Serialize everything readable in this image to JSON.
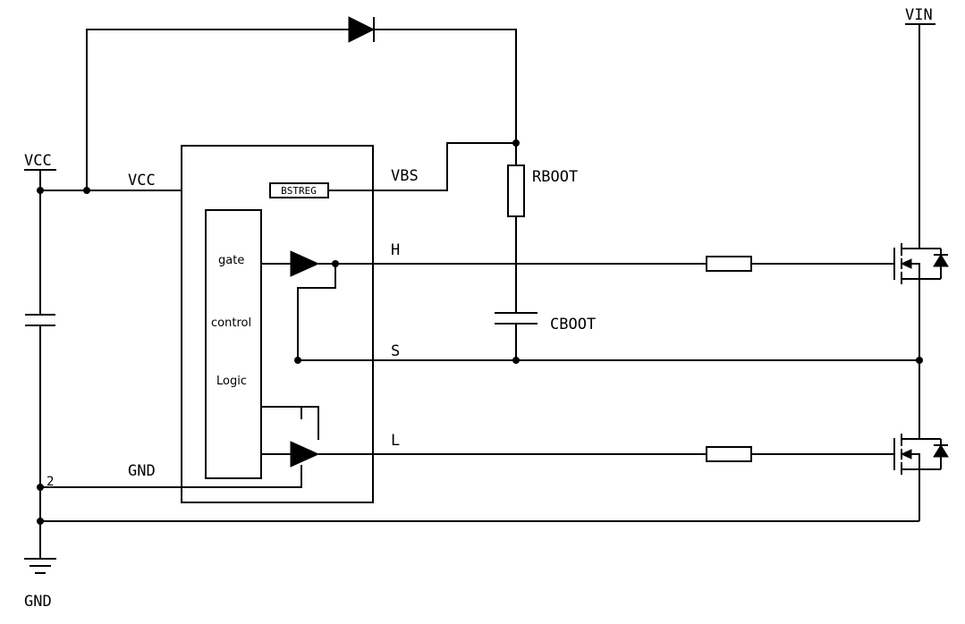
{
  "diagram": {
    "type": "schematic",
    "description": "Half-bridge gate driver IC with bootstrap supply and two power MOSFETs",
    "colors": {
      "line": "#000000",
      "background": "#ffffff"
    },
    "supplies": {
      "vin": "VIN",
      "vcc": "VCC",
      "gnd": "GND"
    },
    "ic": {
      "pins": {
        "vcc": "VCC",
        "gnd": "GND",
        "gnd_pin_number": "2",
        "vbs": "VBS",
        "h": "H",
        "s": "S",
        "l": "L"
      },
      "bstreg": "BSTREG",
      "logic": {
        "line1": "gate",
        "line2": "control",
        "line3": "Logic"
      }
    },
    "components": {
      "rboot": "RBOOT",
      "cboot": "CBOOT"
    }
  }
}
